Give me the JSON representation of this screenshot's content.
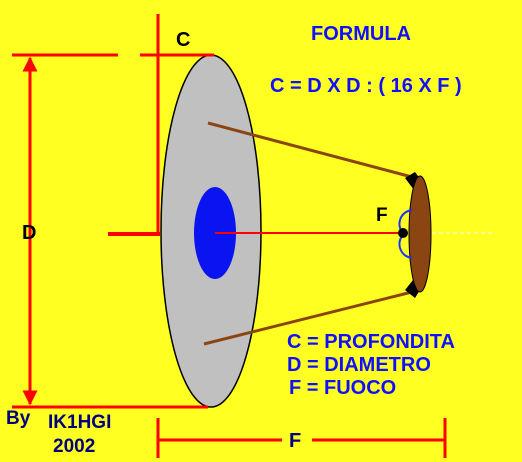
{
  "labels": {
    "c": "C",
    "d": "D",
    "f_focus": "F",
    "f_bottom": "F"
  },
  "formula": {
    "title": "FORMULA",
    "expression": "C = D X D : ( 16 X F )"
  },
  "legend": {
    "c": "C = PROFONDITA",
    "d": "D = DIAMETRO",
    "f": "F = FUOCO"
  },
  "credit": {
    "by": "By",
    "author": "IK1HGI",
    "year": "2002"
  },
  "colors": {
    "background": "#ffff22",
    "dish": "#c0c0c0",
    "dish_center": "#0a14f0",
    "dimension_lines": "#ff0000",
    "support_arms": "#8b4513",
    "feed_horn": "#8b4513",
    "text_blue": "#1010ff",
    "text_navy": "#000080"
  }
}
